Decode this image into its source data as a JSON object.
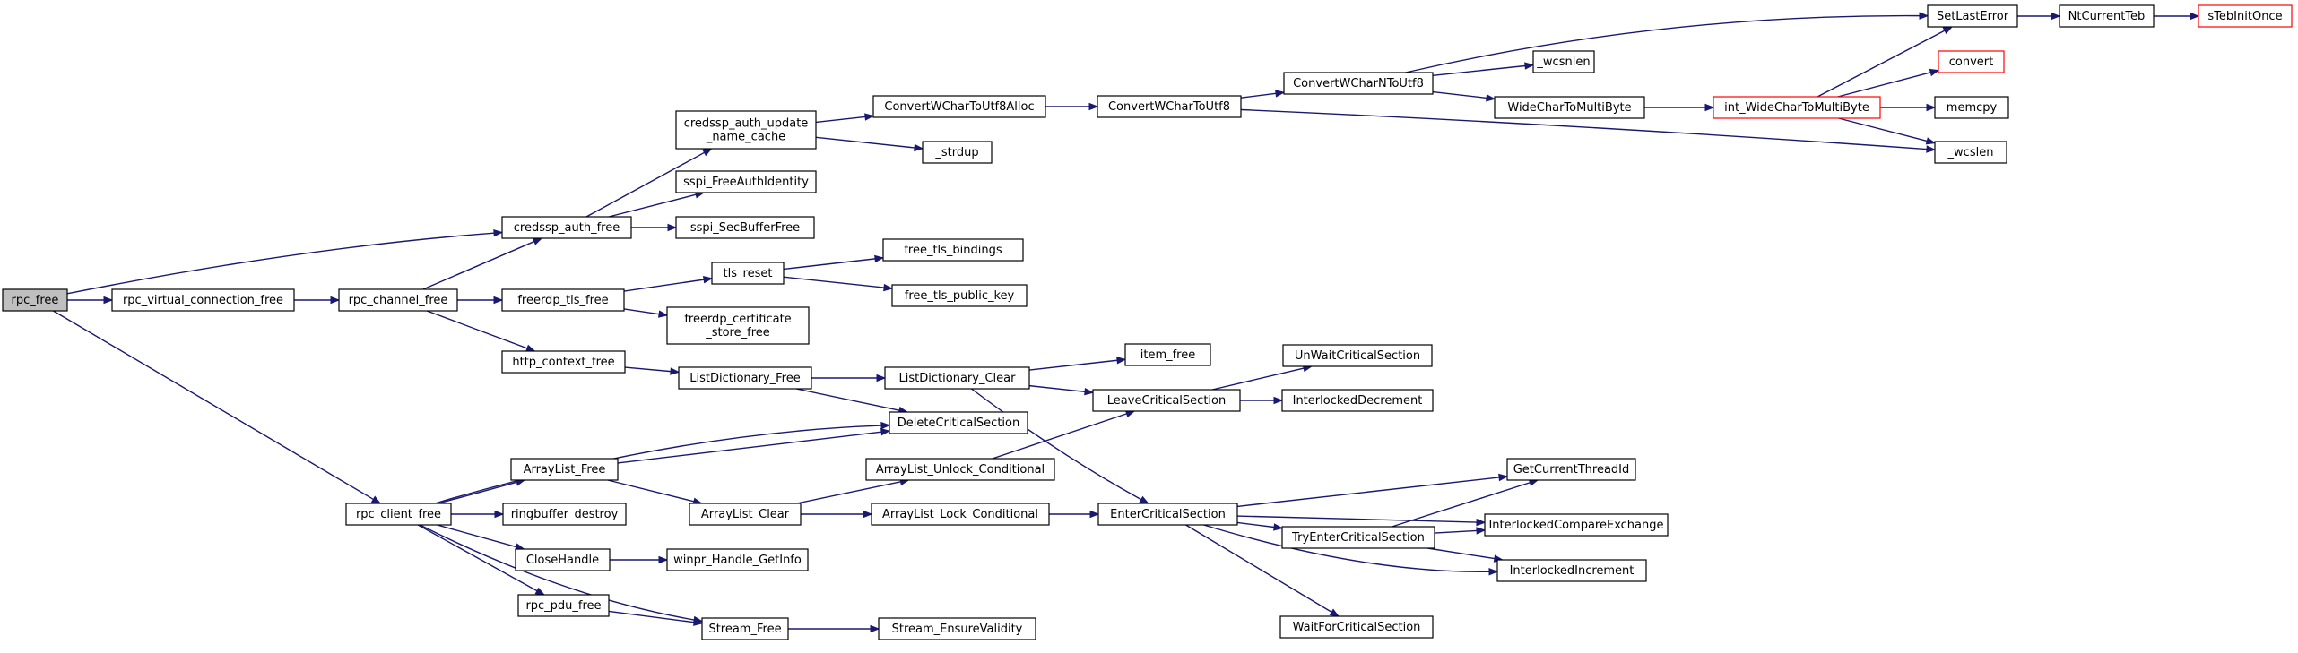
{
  "graph": {
    "colors": {
      "edge": "#191970",
      "node_border": "#000000",
      "root_fill": "#bfbfbf",
      "external_border": "#ff0000",
      "background": "#ffffff"
    },
    "nodes": [
      {
        "id": "rpc_free",
        "lines": [
          "rpc_free"
        ],
        "style": "root"
      },
      {
        "id": "rpc_virtual_connection_free",
        "lines": [
          "rpc_virtual_connection_free"
        ]
      },
      {
        "id": "rpc_channel_free",
        "lines": [
          "rpc_channel_free"
        ]
      },
      {
        "id": "credssp_auth_free",
        "lines": [
          "credssp_auth_free"
        ]
      },
      {
        "id": "credssp_auth_update_name_cache",
        "lines": [
          "credssp_auth_update",
          "_name_cache"
        ]
      },
      {
        "id": "sspi_FreeAuthIdentity",
        "lines": [
          "sspi_FreeAuthIdentity"
        ]
      },
      {
        "id": "sspi_SecBufferFree",
        "lines": [
          "sspi_SecBufferFree"
        ]
      },
      {
        "id": "ConvertWCharToUtf8Alloc",
        "lines": [
          "ConvertWCharToUtf8Alloc"
        ]
      },
      {
        "id": "_strdup",
        "lines": [
          "_strdup"
        ]
      },
      {
        "id": "ConvertWCharToUtf8",
        "lines": [
          "ConvertWCharToUtf8"
        ]
      },
      {
        "id": "ConvertWCharNToUtf8",
        "lines": [
          "ConvertWCharNToUtf8"
        ]
      },
      {
        "id": "_wcsnlen",
        "lines": [
          "_wcsnlen"
        ]
      },
      {
        "id": "WideCharToMultiByte",
        "lines": [
          "WideCharToMultiByte"
        ]
      },
      {
        "id": "int_WideCharToMultiByte",
        "lines": [
          "int_WideCharToMultiByte"
        ],
        "style": "external"
      },
      {
        "id": "SetLastError",
        "lines": [
          "SetLastError"
        ]
      },
      {
        "id": "NtCurrentTeb",
        "lines": [
          "NtCurrentTeb"
        ]
      },
      {
        "id": "sTebInitOnce",
        "lines": [
          "sTebInitOnce"
        ],
        "style": "external"
      },
      {
        "id": "convert",
        "lines": [
          "convert"
        ],
        "style": "external"
      },
      {
        "id": "memcpy",
        "lines": [
          "memcpy"
        ]
      },
      {
        "id": "_wcslen",
        "lines": [
          "_wcslen"
        ]
      },
      {
        "id": "freerdp_tls_free",
        "lines": [
          "freerdp_tls_free"
        ]
      },
      {
        "id": "tls_reset",
        "lines": [
          "tls_reset"
        ]
      },
      {
        "id": "free_tls_bindings",
        "lines": [
          "free_tls_bindings"
        ]
      },
      {
        "id": "free_tls_public_key",
        "lines": [
          "free_tls_public_key"
        ]
      },
      {
        "id": "freerdp_certificate_store_free",
        "lines": [
          "freerdp_certificate",
          "_store_free"
        ]
      },
      {
        "id": "http_context_free",
        "lines": [
          "http_context_free"
        ]
      },
      {
        "id": "ListDictionary_Free",
        "lines": [
          "ListDictionary_Free"
        ]
      },
      {
        "id": "ListDictionary_Clear",
        "lines": [
          "ListDictionary_Clear"
        ]
      },
      {
        "id": "item_free",
        "lines": [
          "item_free"
        ]
      },
      {
        "id": "LeaveCriticalSection",
        "lines": [
          "LeaveCriticalSection"
        ]
      },
      {
        "id": "UnWaitCriticalSection",
        "lines": [
          "UnWaitCriticalSection"
        ]
      },
      {
        "id": "InterlockedDecrement",
        "lines": [
          "InterlockedDecrement"
        ]
      },
      {
        "id": "DeleteCriticalSection",
        "lines": [
          "DeleteCriticalSection"
        ]
      },
      {
        "id": "rpc_client_free",
        "lines": [
          "rpc_client_free"
        ]
      },
      {
        "id": "ArrayList_Free",
        "lines": [
          "ArrayList_Free"
        ]
      },
      {
        "id": "ArrayList_Clear",
        "lines": [
          "ArrayList_Clear"
        ]
      },
      {
        "id": "ArrayList_Unlock_Conditional",
        "lines": [
          "ArrayList_Unlock_Conditional"
        ]
      },
      {
        "id": "ArrayList_Lock_Conditional",
        "lines": [
          "ArrayList_Lock_Conditional"
        ]
      },
      {
        "id": "EnterCriticalSection",
        "lines": [
          "EnterCriticalSection"
        ]
      },
      {
        "id": "GetCurrentThreadId",
        "lines": [
          "GetCurrentThreadId"
        ]
      },
      {
        "id": "TryEnterCriticalSection",
        "lines": [
          "TryEnterCriticalSection"
        ]
      },
      {
        "id": "InterlockedCompareExchange",
        "lines": [
          "InterlockedCompareExchange"
        ]
      },
      {
        "id": "InterlockedIncrement",
        "lines": [
          "InterlockedIncrement"
        ]
      },
      {
        "id": "WaitForCriticalSection",
        "lines": [
          "WaitForCriticalSection"
        ]
      },
      {
        "id": "ringbuffer_destroy",
        "lines": [
          "ringbuffer_destroy"
        ]
      },
      {
        "id": "CloseHandle",
        "lines": [
          "CloseHandle"
        ]
      },
      {
        "id": "winpr_Handle_GetInfo",
        "lines": [
          "winpr_Handle_GetInfo"
        ]
      },
      {
        "id": "rpc_pdu_free",
        "lines": [
          "rpc_pdu_free"
        ]
      },
      {
        "id": "Stream_Free",
        "lines": [
          "Stream_Free"
        ]
      },
      {
        "id": "Stream_EnsureValidity",
        "lines": [
          "Stream_EnsureValidity"
        ]
      }
    ],
    "edges": [
      {
        "from": "rpc_free",
        "to": "rpc_virtual_connection_free"
      },
      {
        "from": "rpc_free",
        "to": "credssp_auth_free"
      },
      {
        "from": "rpc_free",
        "to": "rpc_client_free"
      },
      {
        "from": "rpc_virtual_connection_free",
        "to": "rpc_channel_free"
      },
      {
        "from": "rpc_channel_free",
        "to": "credssp_auth_free"
      },
      {
        "from": "rpc_channel_free",
        "to": "freerdp_tls_free"
      },
      {
        "from": "rpc_channel_free",
        "to": "http_context_free"
      },
      {
        "from": "credssp_auth_free",
        "to": "credssp_auth_update_name_cache"
      },
      {
        "from": "credssp_auth_free",
        "to": "sspi_FreeAuthIdentity"
      },
      {
        "from": "credssp_auth_free",
        "to": "sspi_SecBufferFree"
      },
      {
        "from": "credssp_auth_update_name_cache",
        "to": "ConvertWCharToUtf8Alloc"
      },
      {
        "from": "credssp_auth_update_name_cache",
        "to": "_strdup"
      },
      {
        "from": "ConvertWCharToUtf8Alloc",
        "to": "ConvertWCharToUtf8"
      },
      {
        "from": "ConvertWCharToUtf8",
        "to": "ConvertWCharNToUtf8"
      },
      {
        "from": "ConvertWCharToUtf8",
        "to": "_wcslen"
      },
      {
        "from": "ConvertWCharNToUtf8",
        "to": "SetLastError"
      },
      {
        "from": "ConvertWCharNToUtf8",
        "to": "_wcsnlen"
      },
      {
        "from": "ConvertWCharNToUtf8",
        "to": "WideCharToMultiByte"
      },
      {
        "from": "WideCharToMultiByte",
        "to": "int_WideCharToMultiByte"
      },
      {
        "from": "int_WideCharToMultiByte",
        "to": "SetLastError"
      },
      {
        "from": "int_WideCharToMultiByte",
        "to": "convert"
      },
      {
        "from": "int_WideCharToMultiByte",
        "to": "memcpy"
      },
      {
        "from": "int_WideCharToMultiByte",
        "to": "_wcslen"
      },
      {
        "from": "SetLastError",
        "to": "NtCurrentTeb"
      },
      {
        "from": "NtCurrentTeb",
        "to": "sTebInitOnce"
      },
      {
        "from": "freerdp_tls_free",
        "to": "tls_reset"
      },
      {
        "from": "freerdp_tls_free",
        "to": "freerdp_certificate_store_free"
      },
      {
        "from": "tls_reset",
        "to": "free_tls_bindings"
      },
      {
        "from": "tls_reset",
        "to": "free_tls_public_key"
      },
      {
        "from": "http_context_free",
        "to": "ListDictionary_Free"
      },
      {
        "from": "ListDictionary_Free",
        "to": "ListDictionary_Clear"
      },
      {
        "from": "ListDictionary_Free",
        "to": "DeleteCriticalSection"
      },
      {
        "from": "ListDictionary_Clear",
        "to": "item_free"
      },
      {
        "from": "ListDictionary_Clear",
        "to": "LeaveCriticalSection"
      },
      {
        "from": "ListDictionary_Clear",
        "to": "EnterCriticalSection"
      },
      {
        "from": "LeaveCriticalSection",
        "to": "UnWaitCriticalSection"
      },
      {
        "from": "LeaveCriticalSection",
        "to": "InterlockedDecrement"
      },
      {
        "from": "rpc_client_free",
        "to": "DeleteCriticalSection"
      },
      {
        "from": "rpc_client_free",
        "to": "ArrayList_Free"
      },
      {
        "from": "rpc_client_free",
        "to": "ringbuffer_destroy"
      },
      {
        "from": "rpc_client_free",
        "to": "CloseHandle"
      },
      {
        "from": "rpc_client_free",
        "to": "rpc_pdu_free"
      },
      {
        "from": "rpc_client_free",
        "to": "Stream_Free"
      },
      {
        "from": "ArrayList_Free",
        "to": "DeleteCriticalSection"
      },
      {
        "from": "ArrayList_Free",
        "to": "ArrayList_Clear"
      },
      {
        "from": "ArrayList_Clear",
        "to": "ArrayList_Unlock_Conditional"
      },
      {
        "from": "ArrayList_Clear",
        "to": "ArrayList_Lock_Conditional"
      },
      {
        "from": "ArrayList_Unlock_Conditional",
        "to": "LeaveCriticalSection"
      },
      {
        "from": "ArrayList_Lock_Conditional",
        "to": "EnterCriticalSection"
      },
      {
        "from": "EnterCriticalSection",
        "to": "GetCurrentThreadId"
      },
      {
        "from": "EnterCriticalSection",
        "to": "InterlockedCompareExchange"
      },
      {
        "from": "EnterCriticalSection",
        "to": "TryEnterCriticalSection"
      },
      {
        "from": "EnterCriticalSection",
        "to": "InterlockedIncrement"
      },
      {
        "from": "EnterCriticalSection",
        "to": "WaitForCriticalSection"
      },
      {
        "from": "TryEnterCriticalSection",
        "to": "GetCurrentThreadId"
      },
      {
        "from": "TryEnterCriticalSection",
        "to": "InterlockedCompareExchange"
      },
      {
        "from": "TryEnterCriticalSection",
        "to": "InterlockedIncrement"
      },
      {
        "from": "CloseHandle",
        "to": "winpr_Handle_GetInfo"
      },
      {
        "from": "rpc_pdu_free",
        "to": "Stream_Free"
      },
      {
        "from": "Stream_Free",
        "to": "Stream_EnsureValidity"
      }
    ]
  }
}
